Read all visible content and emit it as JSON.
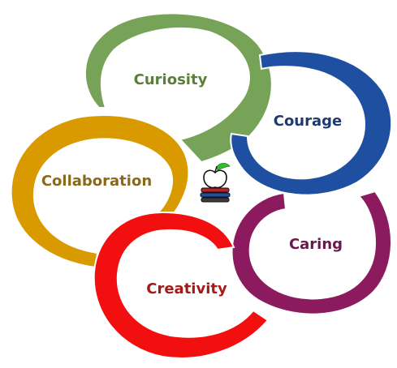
{
  "rings": [
    {
      "key": "curiosity",
      "label": "Curiosity",
      "fill": "#76a357",
      "text_color": "#5b7f3a"
    },
    {
      "key": "courage",
      "label": "Courage",
      "fill": "#1f4fa0",
      "text_color": "#1f3a6e"
    },
    {
      "key": "collaboration",
      "label": "Collaboration",
      "fill": "#d99a00",
      "text_color": "#8a6a1a"
    },
    {
      "key": "caring",
      "label": "Caring",
      "fill": "#8b1a5e",
      "text_color": "#6a1a4a"
    },
    {
      "key": "creativity",
      "label": "Creativity",
      "fill": "#f20f0f",
      "text_color": "#a41a1a"
    }
  ],
  "center_icon": {
    "name": "apple-on-books-icon",
    "apple_color": "#ffffff",
    "leaf_color": "#2fbf2f",
    "book_colors": [
      "#c0201f",
      "#1f4fa0",
      "#3a3a3a"
    ]
  }
}
